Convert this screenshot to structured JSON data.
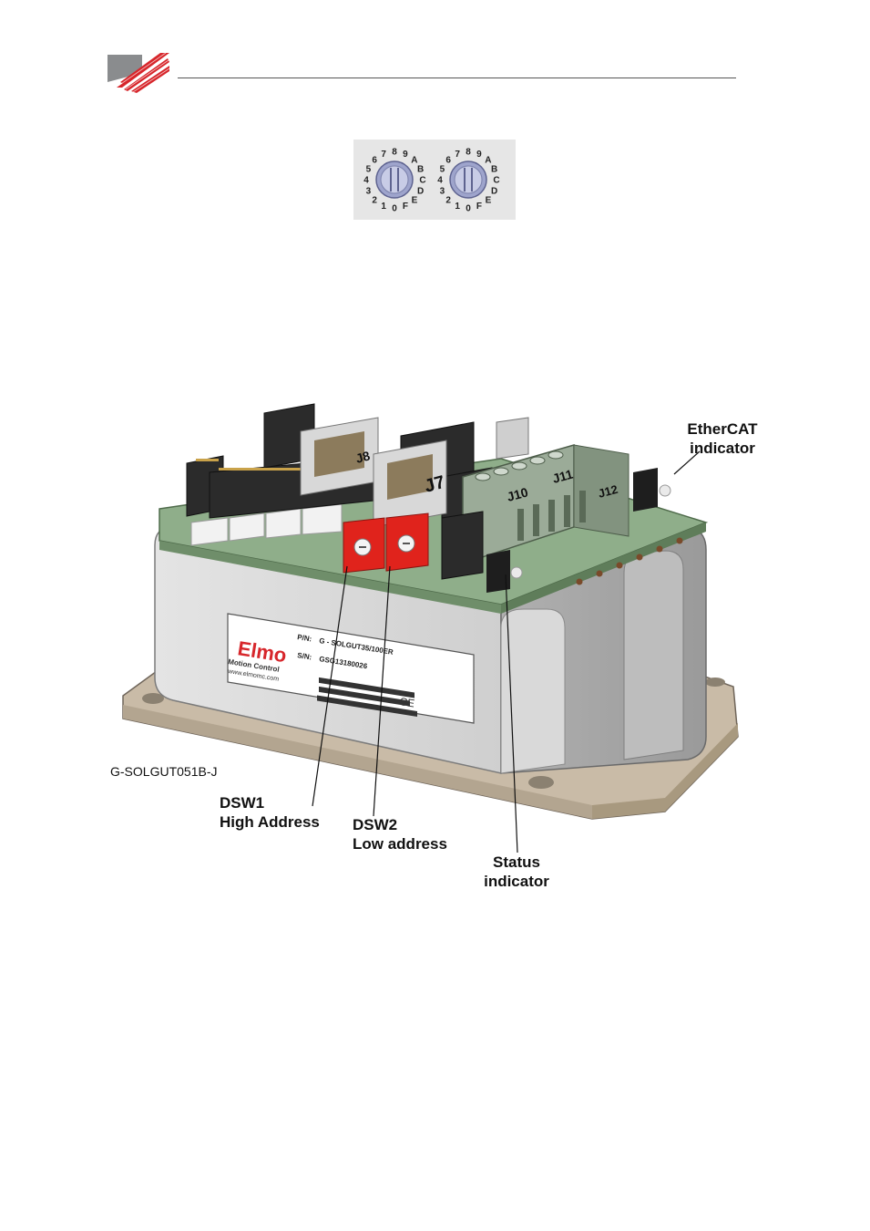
{
  "header": {
    "logo_icon": "elmo-stripe-logo-icon"
  },
  "switch_photo": {
    "dials": [
      {
        "digits": [
          "0",
          "1",
          "2",
          "3",
          "4",
          "5",
          "6",
          "7",
          "8",
          "9",
          "A",
          "B",
          "C",
          "D",
          "E",
          "F"
        ]
      },
      {
        "digits": [
          "0",
          "1",
          "2",
          "3",
          "4",
          "5",
          "6",
          "7",
          "8",
          "9",
          "A",
          "B",
          "C",
          "D",
          "E",
          "F"
        ]
      }
    ]
  },
  "device": {
    "connectors": {
      "j8": "J8",
      "j7": "J7",
      "j10": "J10",
      "j11": "J11",
      "j12": "J12"
    },
    "label": {
      "brand": "Elmo",
      "brand_sub": "Motion Control",
      "website": "www.elmomc.com",
      "pn_label": "P/N:",
      "pn_value": "G - SOLGUT35/100ER",
      "sn_label": "S/N:",
      "sn_value": "GSG13180026",
      "mark": "CE"
    }
  },
  "figure_caption": "G-SOLGUT051B-J",
  "callouts": {
    "dsw1": {
      "line1": "DSW1",
      "line2": "High Address"
    },
    "dsw2": {
      "line1": "DSW2",
      "line2": "Low address"
    },
    "status": {
      "line1": "Status",
      "line2": "indicator"
    },
    "ethercat": {
      "line1": "EtherCAT",
      "line2": "indicator"
    }
  },
  "colors": {
    "switch_red": "#e0231c",
    "pcb_green": "#8fae8a",
    "housing_gray": "#c4c4c4",
    "base_tan": "#c9bba7",
    "logo_red": "#d7262b"
  }
}
